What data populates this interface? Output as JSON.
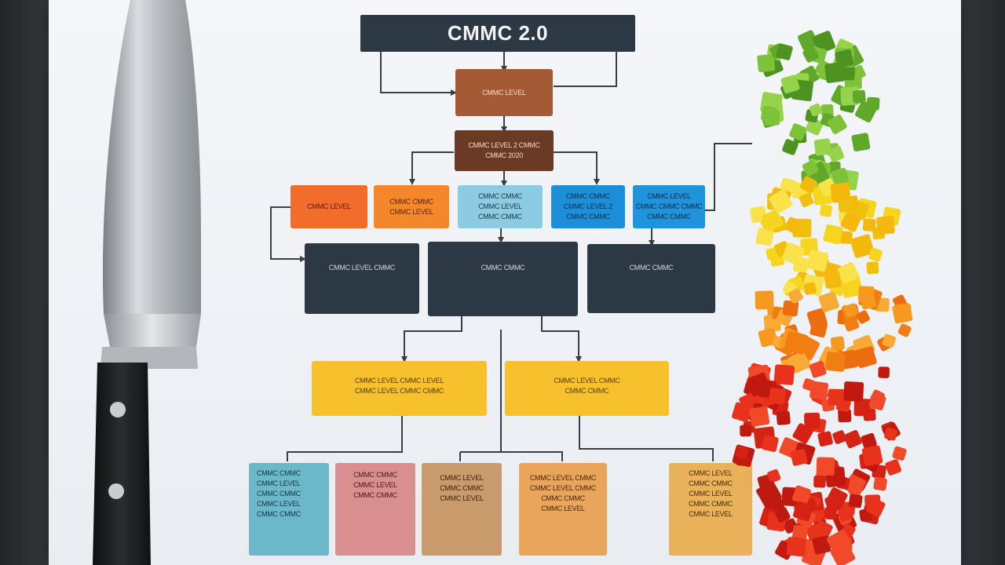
{
  "title": "CMMC 2.0",
  "colors": {
    "dark_navy": "#2c3945",
    "brown": "#a35a35",
    "dark_brown": "#6b3a25",
    "orange_red": "#f26c2b",
    "orange": "#f5872b",
    "light_blue": "#8ccbe2",
    "blue": "#1c8fd8",
    "yellow": "#f6c12c",
    "teal": "#6cb7c9",
    "pink": "#d98f8f",
    "tan": "#c99a6b",
    "light_orange": "#e9a55b",
    "amber": "#e8b15a"
  },
  "nodes": {
    "level1": {
      "lines": [
        "CMMC LEVEL"
      ]
    },
    "level2": {
      "lines": [
        "CMMC LEVEL 2 CMMC",
        "CMMC 2020"
      ]
    },
    "row1": [
      {
        "lines": [
          "CMMC LEVEL"
        ]
      },
      {
        "lines": [
          "CMMC CMMC",
          "CMMC LEVEL"
        ]
      },
      {
        "lines": [
          "CMMC CMMC",
          "CMMC LEVEL",
          "CMMC CMMC"
        ]
      },
      {
        "lines": [
          "CMMC CMMC",
          "CMMC LEVEL 2",
          "CMMC CMMC"
        ]
      },
      {
        "lines": [
          "CMMC LEVEL",
          "CMMC CMMC CMMC",
          "CMMC CMMC"
        ]
      }
    ],
    "row2": [
      {
        "lines": [
          "CMMC LEVEL CMMC"
        ]
      },
      {
        "lines": [
          "CMMC CMMC"
        ]
      },
      {
        "lines": [
          "CMMC CMMC"
        ]
      }
    ],
    "row3": [
      {
        "lines": [
          "CMMC LEVEL CMMC LEVEL",
          "CMMC LEVEL CMMC CMMC"
        ]
      },
      {
        "lines": [
          "CMMC LEVEL CMMC",
          "CMMC CMMC"
        ]
      }
    ],
    "row4": [
      {
        "lines": [
          "CMMC CMMC",
          "CMMC LEVEL",
          "CMMC CMMC",
          "CMMC LEVEL",
          "CMMC CMMC"
        ]
      },
      {
        "lines": [
          "CMMC CMMC",
          "CMMC LEVEL",
          "CMMC CMMC"
        ]
      },
      {
        "lines": [
          "CMMC LEVEL",
          "CMMC CMMC",
          "CMMC LEVEL"
        ]
      },
      {
        "lines": [
          "CMMC LEVEL CMMC",
          "CMMC LEVEL CMMC",
          "CMMC CMMC",
          "CMMC LEVEL"
        ]
      },
      {
        "lines": [
          "CMMC LEVEL",
          "CMMC CMMC",
          "CMMC LEVEL",
          "CMMC CMMC",
          "CMMC LEVEL"
        ]
      }
    ]
  }
}
